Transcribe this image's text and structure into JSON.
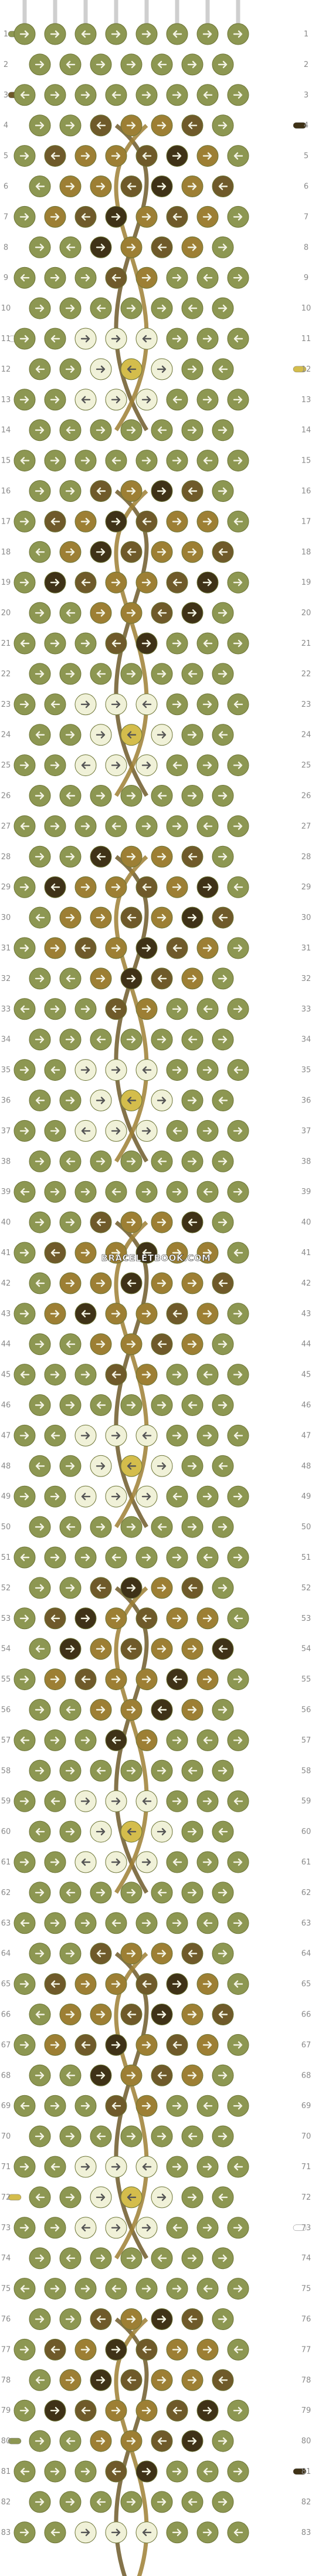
{
  "watermark": "BRACELETBOOK.COM",
  "row_count": 83,
  "column_count": 8,
  "row_labels": [
    "1",
    "2",
    "3",
    "4",
    "5",
    "6",
    "7",
    "8",
    "9",
    "10",
    "11",
    "12",
    "13",
    "14",
    "15",
    "16",
    "17",
    "18",
    "19",
    "20",
    "21",
    "22",
    "23",
    "24",
    "25",
    "26",
    "27",
    "28",
    "29",
    "30",
    "31",
    "32",
    "33",
    "34",
    "35",
    "36",
    "37",
    "38",
    "39",
    "40",
    "41",
    "42",
    "43",
    "44",
    "45",
    "46",
    "47",
    "48",
    "49",
    "50",
    "51",
    "52",
    "53",
    "54",
    "55",
    "56",
    "57",
    "58",
    "59",
    "60",
    "61",
    "62",
    "63",
    "64",
    "65",
    "66",
    "67",
    "68",
    "69",
    "70",
    "71",
    "72",
    "73",
    "74",
    "75",
    "76",
    "77",
    "78",
    "79",
    "80",
    "81",
    "82",
    "83"
  ],
  "colors": {
    "olive": "#8d9752",
    "olive_dark_ring": "#6d7536",
    "tan": "#9d7f34",
    "brown": "#6f5a2a",
    "dark_brown": "#3f3217",
    "cream": "#f0f1d8",
    "gold": "#d4bd4c",
    "white": "#ffffff",
    "label_gray": "#8a8a8a"
  },
  "icons": {
    "knot": "knot-icon",
    "arrow_right": "arrow-right-icon",
    "arrow_left": "arrow-left-icon",
    "thread_end": "thread-end-icon"
  },
  "motif_rows": [
    4,
    16,
    28,
    40,
    52,
    64,
    76
  ]
}
